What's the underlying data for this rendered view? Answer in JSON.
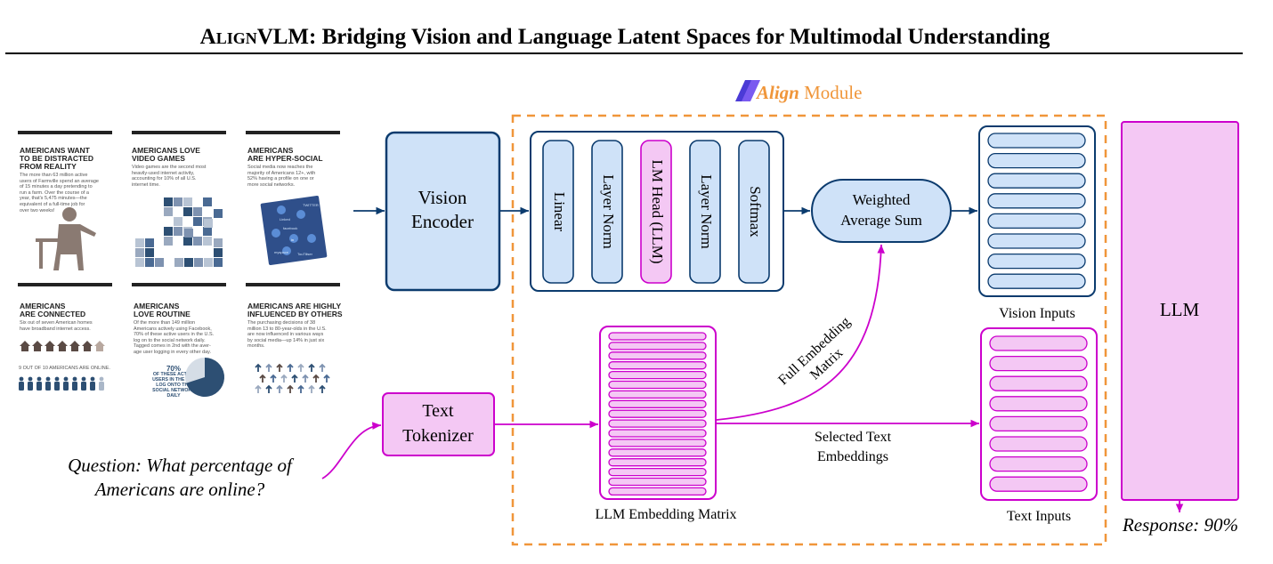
{
  "title": {
    "brand": "AlignVLM",
    "rest": ": Bridging Vision and Language Latent Spaces for Multimodal Understanding"
  },
  "module_label": {
    "bold": "Align",
    "rest": "Module"
  },
  "colors": {
    "vision_fill": "#cfe2f8",
    "vision_stroke": "#0b3b6e",
    "text_fill": "#f4c8f4",
    "text_stroke": "#cc00cc",
    "module_dash": "#f0963a",
    "accent_purple": "#4b3bd6"
  },
  "blocks": {
    "vision_encoder": [
      "Vision",
      "Encoder"
    ],
    "text_tokenizer": [
      "Text",
      "Tokenizer"
    ],
    "weighted_sum": [
      "Weighted",
      "Average Sum"
    ],
    "llm": "LLM",
    "layers": [
      "Linear",
      "Layer Norm",
      "LM Head (LLM)",
      "Layer Norm",
      "Softmax"
    ]
  },
  "labels": {
    "vision_inputs": "Vision Inputs",
    "text_inputs": "Text Inputs",
    "embedding_matrix": "LLM Embedding Matrix",
    "full_embedding": [
      "Full Embedding",
      "Matrix"
    ],
    "selected_text": [
      "Selected Text",
      "Embeddings"
    ],
    "question": [
      "Question: What percentage of",
      "Americans are online?"
    ],
    "response": "Response: 90%"
  },
  "infographic": {
    "blocks": [
      {
        "head": [
          "AMERICANS WANT",
          "TO BE DISTRACTED",
          "FROM REALITY"
        ],
        "body": [
          "The more than 63 million active",
          "users of Farmville spend an average",
          "of 15 minutes a day pretending to",
          "run a farm. Over the course of a",
          "year, that's 5,475 minutes—the",
          "equivalent of a full-time job for",
          "over two weeks!"
        ]
      },
      {
        "head": [
          "AMERICANS LOVE",
          "VIDEO GAMES"
        ],
        "body": [
          "Video games are the second most",
          "heavily-used internet activity,",
          "accounting for 10% of all U.S.",
          "internet time."
        ]
      },
      {
        "head": [
          "AMERICANS",
          "ARE HYPER-SOCIAL"
        ],
        "body": [
          "Social media now reaches the",
          "majority of Americans 12+, with",
          "52% having a profile on one or",
          "more social networks."
        ]
      },
      {
        "head": [
          "AMERICANS",
          "ARE CONNECTED"
        ],
        "body": [
          "Six out of seven American homes",
          "have broadband internet access."
        ]
      },
      {
        "head": [
          "AMERICANS",
          "LOVE ROUTINE"
        ],
        "body": [
          "Of the more than 149 million",
          "Americans actively using Facebook,",
          "70% of these active users in the U.S.",
          "log on to the social network daily.",
          "Tagged comes in 2nd with the aver-",
          "age user logging in every other day."
        ]
      },
      {
        "head": [
          "AMERICANS ARE HIGHLY",
          "INFLUENCED BY OTHERS"
        ],
        "body": [
          "The purchasing decisions of 38",
          "million 13 to 80-year-olds in the U.S.",
          "are now influenced in various ways",
          "by social media—up 14% in just six",
          "months."
        ]
      }
    ],
    "online_stat": "9 OUT OF 10  AMERICANS ARE ONLINE.",
    "pie": {
      "big": "70%",
      "lines": [
        "OF THESE ACTIVE",
        "USERS IN THE U.S.",
        "LOG ONTO THE",
        "SOCIAL NETWORK",
        "DAILY"
      ]
    },
    "social_words": [
      "Linked",
      "TWITTER",
      "facebook",
      "in",
      "myspace",
      "TouTiliser"
    ]
  }
}
